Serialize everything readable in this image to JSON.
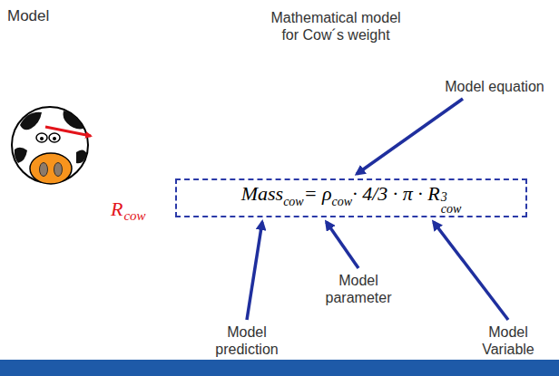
{
  "diagram": {
    "title": "Mathematical model for Cow´s weight",
    "nodes": [
      {
        "text": [
          "Mass",
          "cow",
          "= ρ",
          "cow",
          "· 4/3 · π · R",
          "cow",
          "3"
        ]
      }
    ],
    "labels": [
      "Model",
      "Model equation",
      "Model parameter",
      "Model prediction",
      "Model Variable",
      "R",
      "cow"
    ]
  }
}
